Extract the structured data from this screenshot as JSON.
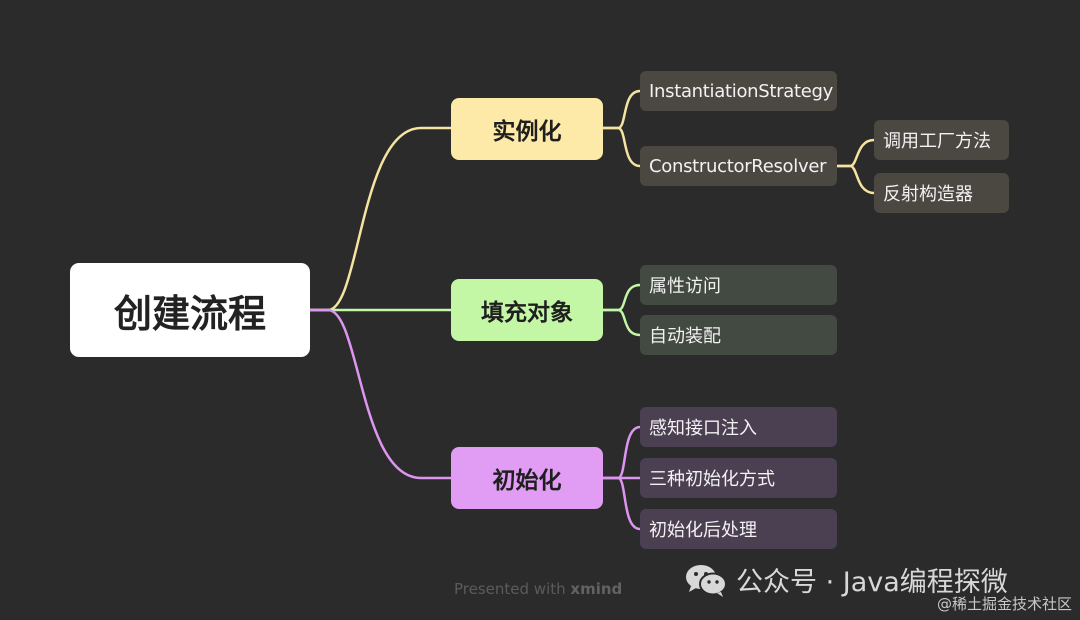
{
  "mindmap": {
    "root": "创建流程",
    "branches": [
      {
        "label": "实例化",
        "color": "#fde9a8",
        "children": [
          {
            "label": "InstantiationStrategy"
          },
          {
            "label": "ConstructorResolver",
            "children": [
              "调用工厂方法",
              "反射构造器"
            ]
          }
        ]
      },
      {
        "label": "填充对象",
        "color": "#c3f7a6",
        "children": [
          {
            "label": "属性访问"
          },
          {
            "label": "自动装配"
          }
        ]
      },
      {
        "label": "初始化",
        "color": "#e19df3",
        "children": [
          {
            "label": "感知接口注入"
          },
          {
            "label": "三种初始化方式"
          },
          {
            "label": "初始化后处理"
          }
        ]
      }
    ]
  },
  "footer": {
    "presented_with": "Presented with",
    "brand": "xmind"
  },
  "watermark": {
    "icon": "wechat-icon",
    "account": "公众号 · Java编程探微",
    "site": "@稀土掘金技术社区"
  },
  "colors": {
    "background": "#2b2b2b",
    "yellow_line": "#f5e3a0",
    "green_line": "#c3f7a6",
    "purple_line": "#dd95f0"
  }
}
